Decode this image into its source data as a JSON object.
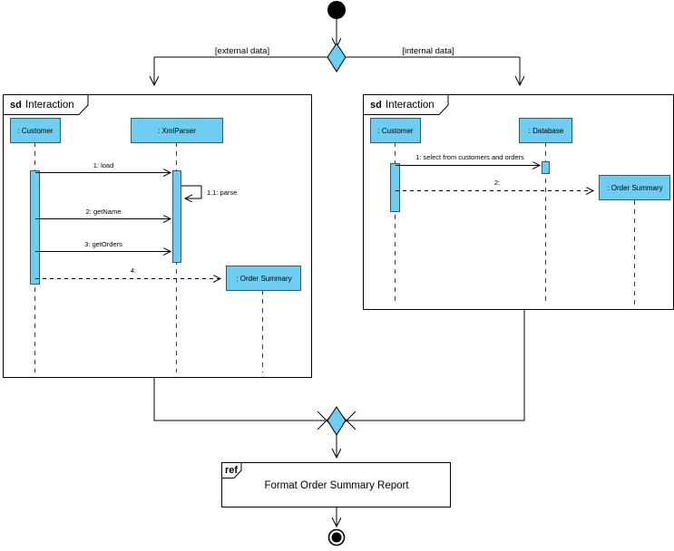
{
  "diagram": {
    "type": "uml-interaction-overview-diagram",
    "title": "",
    "colors": {
      "object_fill": "#6ecdf0",
      "object_stroke": "#2b5f78",
      "decision_fill": "#6ecdf0",
      "line": "#000000",
      "background": "#ffffff"
    },
    "initial_node": {
      "name": "initial-node",
      "shape": "filled-circle"
    },
    "final_node": {
      "name": "final-node",
      "shape": "bullseye-circle"
    },
    "decision_node": {
      "name": "decision-node",
      "shape": "diamond"
    },
    "merge_node": {
      "name": "merge-node",
      "shape": "diamond"
    },
    "guards": {
      "left": "[external data]",
      "right": "[internal data]"
    },
    "frames": [
      {
        "id": "left-interaction",
        "kind": "sd",
        "name": "Interaction",
        "lifelines": [
          {
            "id": "customer",
            "label": ": Customer"
          },
          {
            "id": "xmlparser",
            "label": ": XmlParser"
          },
          {
            "id": "ordersummary",
            "label": ": Order Summary"
          }
        ],
        "messages": [
          {
            "id": "m1",
            "label": "1: load",
            "kind": "call",
            "from": "customer",
            "to": "xmlparser"
          },
          {
            "id": "m1_1",
            "label": "1.1: parse",
            "kind": "self-call",
            "from": "xmlparser",
            "to": "xmlparser"
          },
          {
            "id": "m2",
            "label": "2: getName",
            "kind": "call",
            "from": "customer",
            "to": "xmlparser"
          },
          {
            "id": "m3",
            "label": "3: getOrders",
            "kind": "call",
            "from": "customer",
            "to": "xmlparser"
          },
          {
            "id": "m4",
            "label": "4:",
            "kind": "create",
            "from": "customer",
            "to": "ordersummary"
          }
        ]
      },
      {
        "id": "right-interaction",
        "kind": "sd",
        "name": "Interaction",
        "lifelines": [
          {
            "id": "customer",
            "label": ": Customer"
          },
          {
            "id": "database",
            "label": ": Database"
          },
          {
            "id": "ordersummary",
            "label": ": Order Summary"
          }
        ],
        "messages": [
          {
            "id": "m1",
            "label": "1: select from customers and orders",
            "kind": "call",
            "from": "customer",
            "to": "database"
          },
          {
            "id": "m2",
            "label": "2:",
            "kind": "create",
            "from": "customer",
            "to": "ordersummary"
          }
        ]
      }
    ],
    "ref_frame": {
      "id": "ref-format-order-summary",
      "kind": "ref",
      "title": "Format Order Summary Report"
    }
  }
}
